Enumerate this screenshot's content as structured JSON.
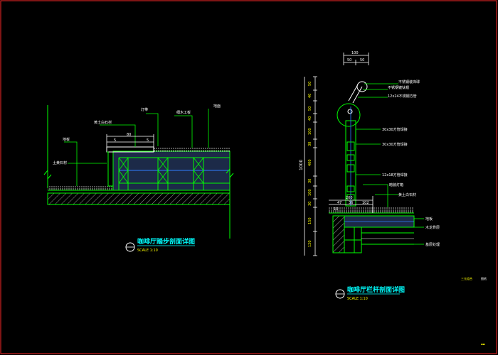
{
  "colors": {
    "background": "#000000",
    "frame": "#ff2a2a",
    "linework": "#00ff00",
    "dimension": "#ffffff",
    "text": "#ffffff",
    "title": "#00ffff",
    "accent": "#ffff00",
    "fill_grid": "#2d3a55",
    "hatch": "#bdbdbd"
  },
  "left_detail": {
    "labels": {
      "top_stone": "黄土白石材",
      "light_strip": "灯带",
      "woodwork": "细木工板",
      "floor_top": "地面",
      "board_left": "地板",
      "stone_side": "土黄石材"
    },
    "dims": {
      "d1": "80",
      "d2": "5",
      "d3": "5"
    },
    "title": "咖啡厅踏步剖面详图",
    "scale": "SCALE 1:10"
  },
  "right_detail": {
    "top_dims": {
      "total": "100",
      "a": "50",
      "b": "50"
    },
    "labels": {
      "ball": "不锈钢装饰球",
      "cap": "不锈钢镀钛帽",
      "pipe_top": "12x24不锈钢方管",
      "tube_1": "30x30方管焊接",
      "tube_2": "30x30方管焊接",
      "tube_3": "12x18方管焊接",
      "lamp": "暗装灯箱",
      "stone": "黄土白石材",
      "board": "地板",
      "base": "木龙骨层",
      "support": "基层处理"
    },
    "vdims": [
      "50",
      "40",
      "50",
      "40",
      "100",
      "30",
      "400",
      "30",
      "100",
      "30",
      "150",
      "120"
    ],
    "height_total": "1000",
    "hdims": {
      "w200": "200",
      "a": "47",
      "b": "36",
      "c": "102",
      "d": "10"
    },
    "title": "咖啡厅栏杆剖面详图",
    "scale": "SCALE 1:10"
  },
  "corner_note": {
    "left": "三元组合",
    "right": "图纸"
  }
}
